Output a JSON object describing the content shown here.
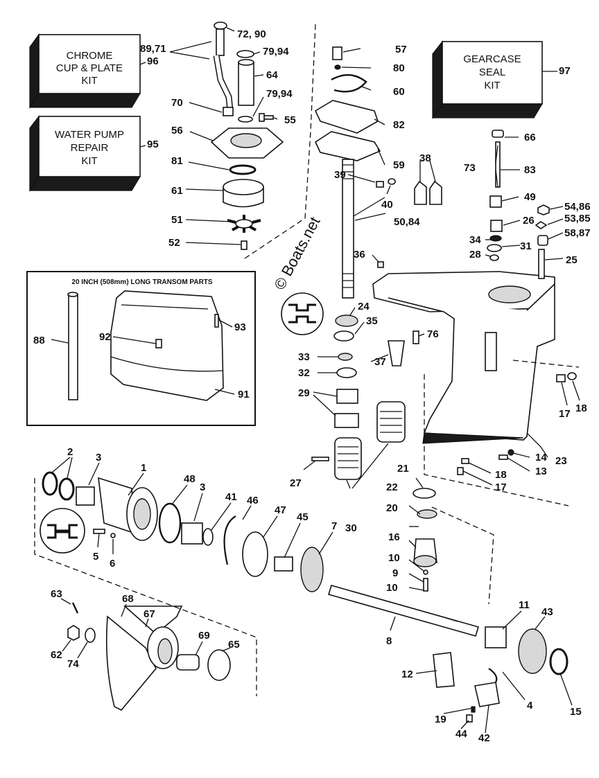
{
  "kits": [
    {
      "id": "chrome",
      "lines": [
        "CHROME",
        "CUP & PLATE",
        "KIT"
      ],
      "number": "96"
    },
    {
      "id": "waterpump",
      "lines": [
        "WATER PUMP",
        "REPAIR",
        "KIT"
      ],
      "number": "95"
    },
    {
      "id": "gearcase",
      "lines": [
        "GEARCASE",
        "SEAL",
        "KIT"
      ],
      "number": "97"
    }
  ],
  "transom_panel_title": "20 INCH (508mm) LONG TRANSOM PARTS",
  "watermark": "© Boats.net",
  "callouts": [
    "89,71",
    "72, 90",
    "79,94",
    "57",
    "80",
    "64",
    "60",
    "79,94",
    "70",
    "55",
    "82",
    "56",
    "59",
    "81",
    "39",
    "38",
    "66",
    "73",
    "83",
    "61",
    "40",
    "49",
    "51",
    "50,84",
    "54,86",
    "53,85",
    "26",
    "58,87",
    "52",
    "34",
    "31",
    "28",
    "25",
    "36",
    "24",
    "35",
    "76",
    "88",
    "92",
    "93",
    "37",
    "33",
    "32",
    "91",
    "29",
    "17",
    "18",
    "27",
    "14",
    "13",
    "18",
    "17",
    "23",
    "21",
    "2",
    "3",
    "1",
    "48",
    "3",
    "41",
    "46",
    "47",
    "45",
    "7",
    "22",
    "20",
    "16",
    "10",
    "9",
    "10",
    "5",
    "6",
    "30",
    "63",
    "68",
    "67",
    "11",
    "43",
    "8",
    "62",
    "74",
    "69",
    "65",
    "12",
    "4",
    "19",
    "15",
    "44",
    "42"
  ]
}
